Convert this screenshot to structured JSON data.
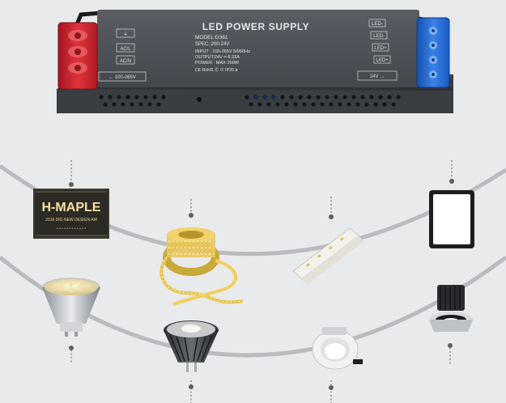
{
  "power_supply": {
    "title": "LED POWER SUPPLY",
    "model": "MODEL:D361",
    "spec": "SPEC.:200-24V",
    "input": "INPUT : 100-265V 50/60Hz",
    "output": "OUTPUT:24V ━ 8.33A",
    "power": "POWER : MAX 200W",
    "certs": "CE RoHS Ⓔ ⊙ IP20 ⧖",
    "left_terminals": [
      "⏚",
      "AC/L",
      "AC/N"
    ],
    "right_terminals": [
      "LED-",
      "LED-",
      "LED+",
      "LED+"
    ],
    "input_range_label": "← 100-265V",
    "output_label": "24V →"
  },
  "sign": {
    "brand": "H-MAPLE",
    "tagline": "2016 DIG  NEW DESIGN AM",
    "subline": "• • • • • • • • • • • •"
  },
  "colors": {
    "background": "#e9eaec",
    "case": "#4a4d52",
    "terminal_red": "#c8242c",
    "terminal_blue": "#1d62c9",
    "arc": "#b9bbbf",
    "led_glow": "#f3d15a"
  },
  "products": [
    "led-sign-icon",
    "led-strip-reel-icon",
    "led-bar-icon",
    "panel-light-icon",
    "gu10-spotlight-icon",
    "mr16-lamp-icon",
    "downlight-icon",
    "track-spotlight-icon"
  ]
}
